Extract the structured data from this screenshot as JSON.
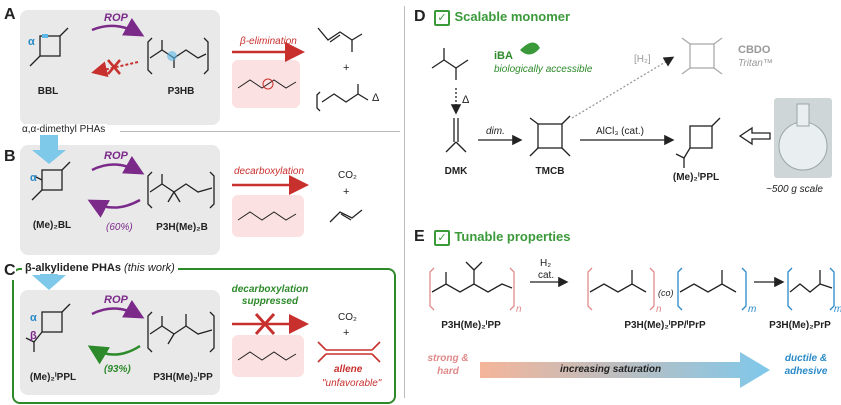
{
  "panels": {
    "A": {
      "letter": "A",
      "monomer": "BBL",
      "polymer": "P3HB",
      "rop": "ROP",
      "alpha": "α",
      "side_reaction": "β-elimination",
      "plus": "+",
      "delta": "Δ"
    },
    "section_label": "α,α-dimethyl PHAs",
    "B": {
      "letter": "B",
      "monomer": "(Me)₂BL",
      "polymer": "P3H(Me)₂B",
      "rop": "ROP",
      "reverse_yield": "(60%)",
      "alpha": "α",
      "side_reaction": "decarboxylation",
      "co2": "CO₂",
      "plus": "+"
    },
    "C": {
      "letter": "C",
      "title": "β-alkylidene PHAs",
      "title_note": "(this work)",
      "monomer": "(Me)₂ⁱPPL",
      "polymer": "P3H(Me)₂ⁱPP",
      "rop": "ROP",
      "reverse_yield": "(93%)",
      "alpha": "α",
      "beta": "β",
      "suppressed": "decarboxylation suppressed",
      "co2": "CO₂",
      "plus": "+",
      "allene": "allene",
      "unfavorable": "\"unfavorable\""
    },
    "D": {
      "letter": "D",
      "title": "Scalable monomer",
      "iba": "iBA",
      "iba_desc": "biologically accessible",
      "delta": "Δ",
      "dmk": "DMK",
      "dim": "dim.",
      "tmcb": "TMCB",
      "h2": "[H₂]",
      "cbdo": "CBDO",
      "tritan": "Tritan™",
      "alcl3": "AlCl₃ (cat.)",
      "product": "(Me)₂ⁱPPL",
      "scale": "~500 g scale"
    },
    "E": {
      "letter": "E",
      "title": "Tunable properties",
      "h2": "H₂",
      "cat": "cat.",
      "p1": "P3H(Me)₂ⁱPP",
      "p2": "P3H(Me)₂ⁱPP/ⁱPrP",
      "p3": "P3H(Me)₂PrP",
      "co": "(co)",
      "n": "n",
      "m": "m",
      "strong": "strong & hard",
      "ductile": "ductile & adhesive",
      "saturation": "increasing saturation"
    }
  },
  "colors": {
    "purple": "#7b2a8a",
    "red": "#c8302e",
    "green": "#2d8a2a",
    "blue_arrow": "#7ec8ea",
    "pink_box": "#fbe1e1",
    "gray_box": "#e9e9e9"
  }
}
